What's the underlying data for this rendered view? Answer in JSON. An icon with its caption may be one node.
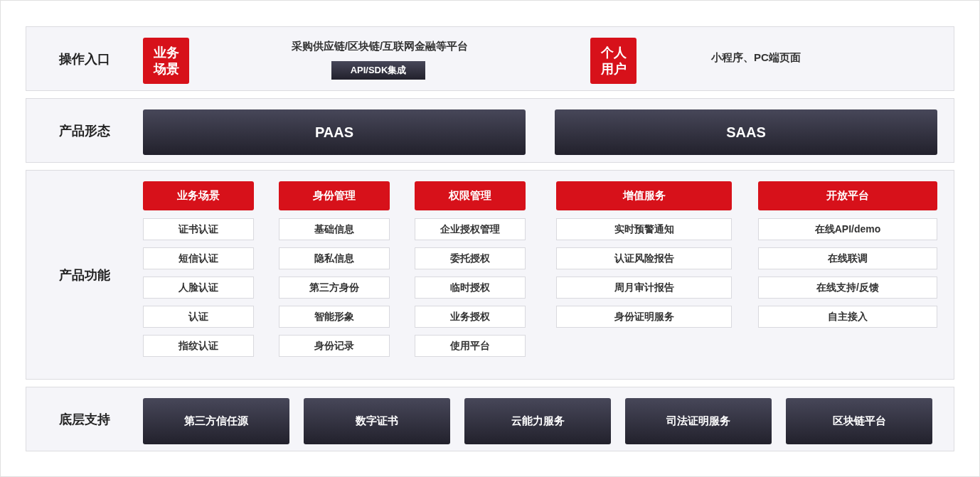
{
  "diagram": {
    "nodes": [
      {
        "text": [
          "操作入口"
        ]
      },
      {
        "text": [
          "业务场景"
        ],
        "in": 0
      },
      {
        "text": [
          "API/SDK集成"
        ],
        "in": 0
      },
      {
        "text": [
          "个人用户"
        ],
        "in": 0
      },
      {
        "text": [
          "产品形态"
        ]
      },
      {
        "text": [
          "PAAS"
        ],
        "in": 4
      },
      {
        "text": [
          "SAAS"
        ],
        "in": 4
      },
      {
        "text": [
          "产品功能"
        ]
      },
      {
        "text": [
          "业务场景"
        ],
        "in": 7
      },
      {
        "text": [
          "证书认证"
        ],
        "in": 7
      },
      {
        "text": [
          "短信认证"
        ],
        "in": 7
      },
      {
        "text": [
          "人脸认证"
        ],
        "in": 7
      },
      {
        "text": [
          "认证"
        ],
        "in": 7
      },
      {
        "text": [
          "指纹认证"
        ],
        "in": 7
      },
      {
        "text": [
          "身份管理"
        ],
        "in": 7
      },
      {
        "text": [
          "基础信息"
        ],
        "in": 7
      },
      {
        "text": [
          "隐私信息"
        ],
        "in": 7
      },
      {
        "text": [
          "第三方身份"
        ],
        "in": 7
      },
      {
        "text": [
          "智能形象"
        ],
        "in": 7
      },
      {
        "text": [
          "身份记录"
        ],
        "in": 7
      },
      {
        "text": [
          "权限管理"
        ],
        "in": 7
      },
      {
        "text": [
          "企业授权管理"
        ],
        "in": 7
      },
      {
        "text": [
          "委托授权"
        ],
        "in": 7
      },
      {
        "text": [
          "临时授权"
        ],
        "in": 7
      },
      {
        "text": [
          "业务授权"
        ],
        "in": 7
      },
      {
        "text": [
          "使用平台"
        ],
        "in": 7
      },
      {
        "text": [
          "增值服务"
        ],
        "in": 7
      },
      {
        "text": [
          "实时预警通知"
        ],
        "in": 7
      },
      {
        "text": [
          "认证风险报告"
        ],
        "in": 7
      },
      {
        "text": [
          "周月审计报告"
        ],
        "in": 7
      },
      {
        "text": [
          "身份证明服务"
        ],
        "in": 7
      },
      {
        "text": [
          "开放平台"
        ],
        "in": 7
      },
      {
        "text": [
          "在线API/demo"
        ],
        "in": 7
      },
      {
        "text": [
          "在线联调"
        ],
        "in": 7
      },
      {
        "text": [
          "在线支持/反馈"
        ],
        "in": 7
      },
      {
        "text": [
          "自主接入"
        ],
        "in": 7
      },
      {
        "text": [
          "底层支持"
        ]
      },
      {
        "text": [
          "第三方信任源"
        ],
        "in": 36
      },
      {
        "text": [
          "数字证书"
        ],
        "in": 36
      },
      {
        "text": [
          "云能力服务"
        ],
        "in": 36
      },
      {
        "text": [
          "司法证明服务"
        ],
        "in": 36
      },
      {
        "text": [
          "区块链平台"
        ],
        "in": 36
      }
    ],
    "labels": [
      "采购供应链/区块链/互联网金融等平台",
      "小程序、PC端页面"
    ]
  }
}
